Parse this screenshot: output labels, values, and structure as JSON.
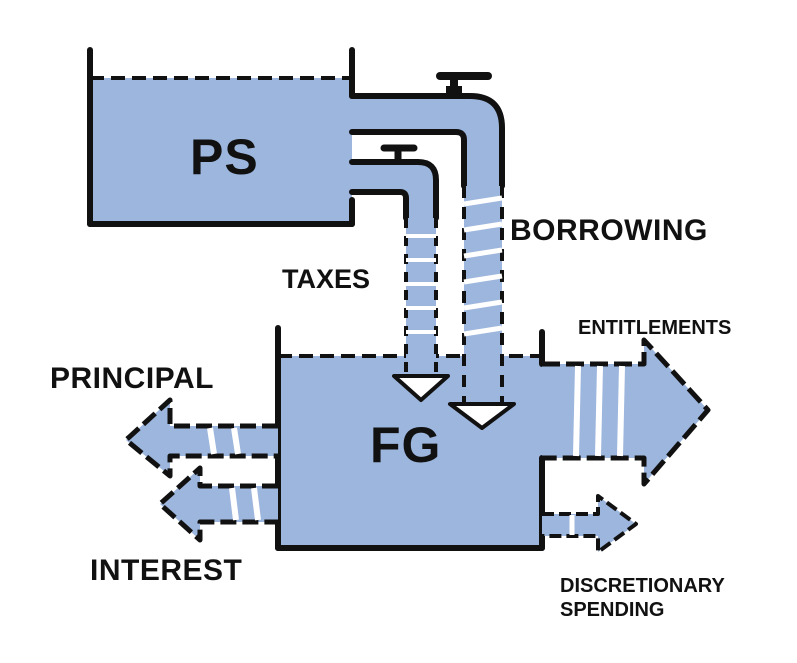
{
  "colors": {
    "water": "#9db6dd",
    "outline": "#111111",
    "background": "#ffffff"
  },
  "tanks": {
    "private_sector": {
      "label": "PS"
    },
    "federal_government": {
      "label": "FG"
    }
  },
  "flows": {
    "taxes": {
      "label": "TAXES",
      "direction": "PS to FG",
      "icon": "faucet-icon"
    },
    "borrowing": {
      "label": "BORROWING",
      "direction": "PS to FG",
      "icon": "faucet-icon"
    },
    "principal": {
      "label": "PRINCIPAL",
      "direction": "out of FG"
    },
    "interest": {
      "label": "INTEREST",
      "direction": "out of FG"
    },
    "entitlements": {
      "label": "ENTITLEMENTS",
      "direction": "out of FG"
    },
    "discretionary": {
      "label_line1": "DISCRETIONARY",
      "label_line2": "SPENDING",
      "direction": "out of FG"
    }
  }
}
